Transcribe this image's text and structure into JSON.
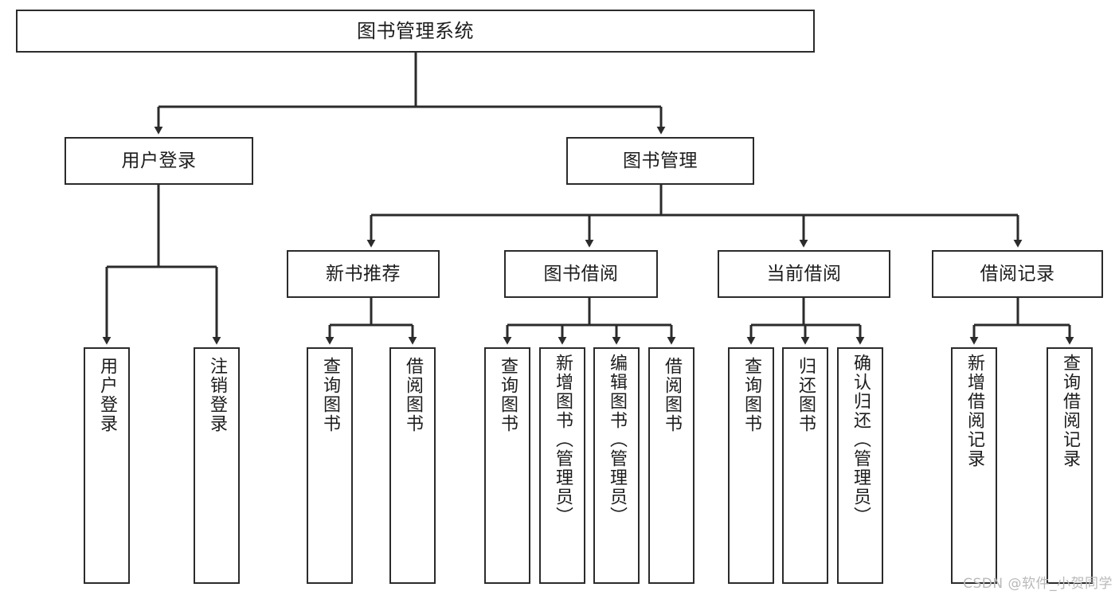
{
  "diagram": {
    "type": "tree",
    "title": "图书管理系统",
    "watermark": "CSDN @软件_小贺同学",
    "colors": {
      "background": "#ffffff",
      "stroke": "#2b2b2b",
      "text": "#1d1d1d",
      "watermark": "#b9b9b9"
    },
    "root": {
      "label": "图书管理系统"
    },
    "level2": [
      {
        "label": "用户登录"
      },
      {
        "label": "图书管理"
      }
    ],
    "level3": [
      {
        "label": "新书推荐"
      },
      {
        "label": "图书借阅"
      },
      {
        "label": "当前借阅"
      },
      {
        "label": "借阅记录"
      }
    ],
    "leaves": {
      "user_login": [
        {
          "label": "用户登录"
        },
        {
          "label": "注销登录"
        }
      ],
      "new_book_recommend": [
        {
          "label": "查询图书"
        },
        {
          "label": "借阅图书"
        }
      ],
      "book_borrow": [
        {
          "label": "查询图书"
        },
        {
          "label": "新增图书（管理员）"
        },
        {
          "label": "编辑图书（管理员）"
        },
        {
          "label": "借阅图书"
        }
      ],
      "current_borrow": [
        {
          "label": "查询图书"
        },
        {
          "label": "归还图书"
        },
        {
          "label": "确认归还（管理员）"
        }
      ],
      "borrow_records": [
        {
          "label": "新增借阅记录"
        },
        {
          "label": "查询借阅记录"
        }
      ]
    }
  }
}
